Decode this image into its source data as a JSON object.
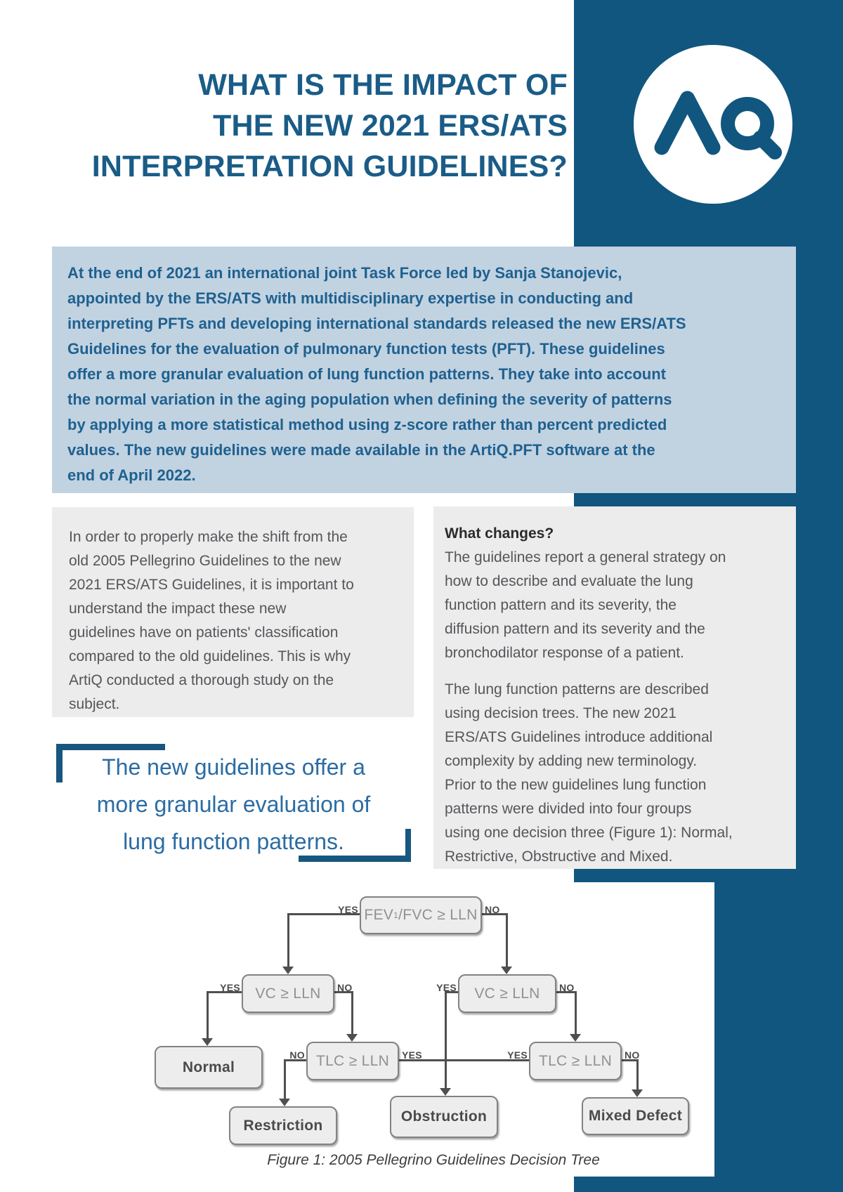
{
  "colors": {
    "band_blue": "#11567E",
    "title_blue": "#1A5C87",
    "intro_box_bg": "#C1D2E1",
    "intro_text_blue": "#1F618F",
    "quote_blue": "#2B6CA3",
    "gray_box_bg": "#ECECEC",
    "body_text_gray": "#55565A"
  },
  "logo": {
    "icon": "aq-monogram-icon"
  },
  "title": {
    "lines": [
      "WHAT IS THE IMPACT OF",
      "THE NEW 2021 ERS/ATS",
      "INTERPRETATION GUIDELINES?"
    ]
  },
  "intro_box": {
    "lines": [
      "At the end of 2021 an international joint Task Force led by Sanja Stanojevic,",
      "appointed by the ERS/ATS with multidisciplinary expertise in conducting and",
      "interpreting PFTs and developing international standards released the new ERS/ATS",
      "Guidelines for the evaluation of pulmonary function tests (PFT). These guidelines",
      "offer a more granular evaluation of lung function patterns. They take into account",
      "the normal variation in the aging population when defining the severity of patterns",
      "by applying a more statistical method using z-score rather than percent predicted",
      "values. The new guidelines were made available in the ArtiQ.PFT software at the",
      "end of April 2022."
    ]
  },
  "left_column": {
    "lines": [
      "In order to properly make the shift from the",
      "old 2005 Pellegrino Guidelines to the new",
      "2021 ERS/ATS Guidelines, it is important to",
      "understand the impact these new",
      "guidelines have on patients' classification",
      "compared to the old guidelines. This is why",
      "ArtiQ conducted a thorough study on the",
      "subject."
    ]
  },
  "right_column": {
    "heading": "What changes?",
    "para1_lines": [
      "The guidelines report a general strategy on",
      "how to describe and evaluate the lung",
      "function pattern and its severity, the",
      "diffusion pattern and its severity and the",
      "bronchodilator response of a patient."
    ],
    "para2_lines": [
      "The lung function patterns are described",
      "using decision trees. The new 2021",
      "ERS/ATS Guidelines introduce additional",
      "complexity by adding new terminology.",
      "Prior to the new guidelines lung function",
      "patterns were divided into four groups",
      "using one decision three (Figure 1): Normal,",
      "Restrictive, Obstructive and Mixed."
    ]
  },
  "quote": {
    "lines": [
      "The new guidelines offer a",
      "more granular evaluation of",
      "lung function patterns."
    ]
  },
  "figure": {
    "yes": "YES",
    "no": "NO",
    "nodes": {
      "fev": {
        "prefix": "FEV",
        "sub": "1",
        "suffix": "/FVC ≥ LLN"
      },
      "vc_left": "VC ≥ LLN",
      "vc_right": "VC ≥ LLN",
      "tlc_left": "TLC ≥ LLN",
      "tlc_right": "TLC ≥ LLN",
      "normal": "Normal",
      "restriction": "Restriction",
      "obstruction": "Obstruction",
      "mixed": "Mixed Defect"
    },
    "caption": "Figure 1: 2005 Pellegrino Guidelines Decision Tree"
  }
}
